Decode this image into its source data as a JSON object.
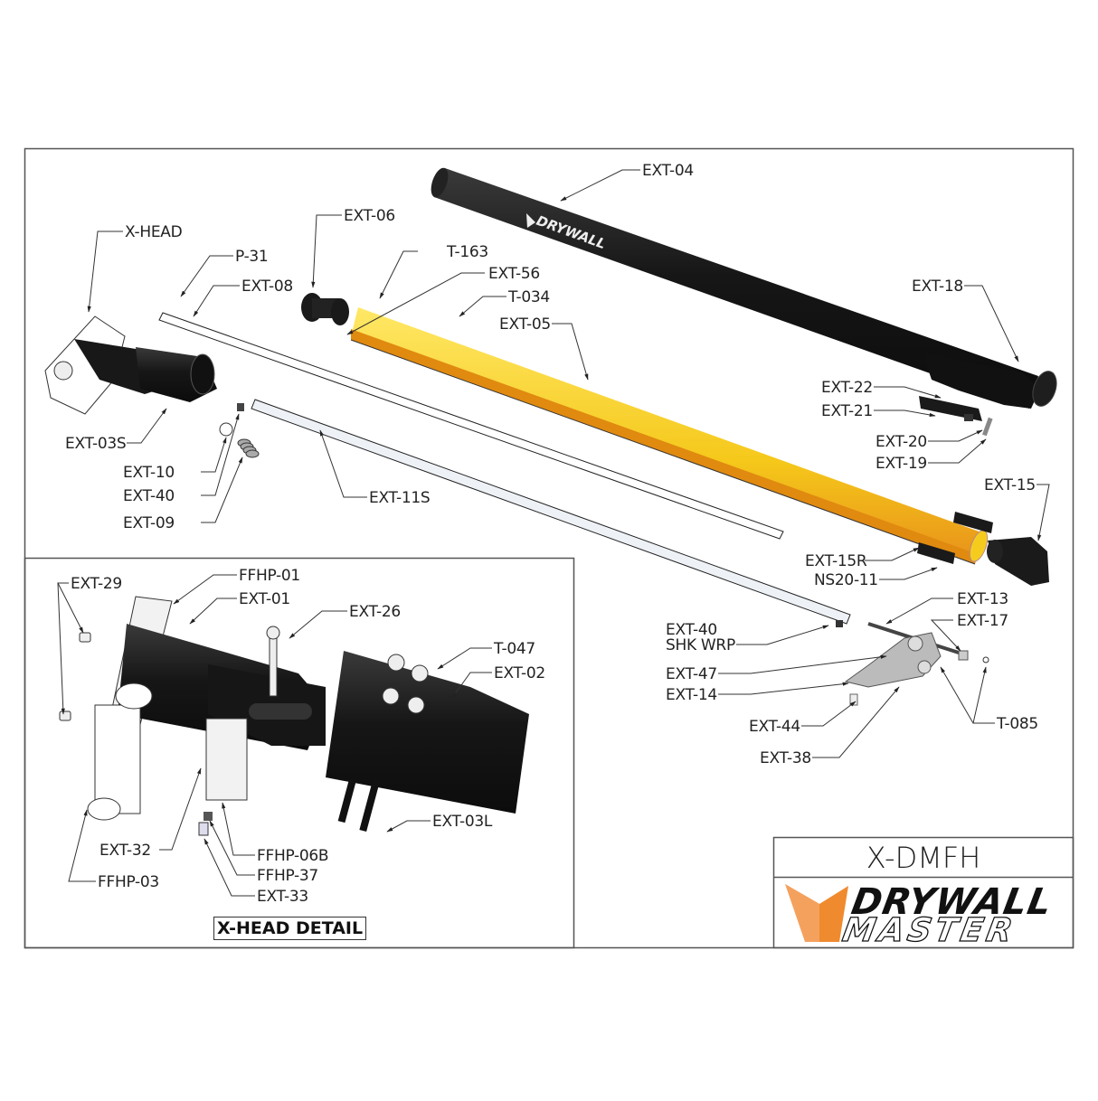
{
  "drawing": {
    "model_number": "X-DMFH",
    "brand": {
      "line1": "DRYWALL",
      "line2": "MASTER",
      "accent_color": "#F08A2E",
      "accent_light": "#F5A15E"
    },
    "tube_label": "DRYWALL",
    "colors": {
      "frame": "#555555",
      "black_part": "#1b1b1b",
      "yellow_tube": "#F5CC1E",
      "orange_channel": "#E8901A",
      "leader": "#333333"
    }
  },
  "main_callouts": [
    {
      "id": "EXT-04",
      "text": "EXT-04"
    },
    {
      "id": "X-HEAD",
      "text": "X-HEAD"
    },
    {
      "id": "EXT-06",
      "text": "EXT-06"
    },
    {
      "id": "P-31",
      "text": "P-31"
    },
    {
      "id": "T-163",
      "text": "T-163"
    },
    {
      "id": "EXT-08",
      "text": "EXT-08"
    },
    {
      "id": "EXT-56",
      "text": "EXT-56"
    },
    {
      "id": "T-034",
      "text": "T-034"
    },
    {
      "id": "EXT-05",
      "text": "EXT-05"
    },
    {
      "id": "EXT-18",
      "text": "EXT-18"
    },
    {
      "id": "EXT-22",
      "text": "EXT-22"
    },
    {
      "id": "EXT-21",
      "text": "EXT-21"
    },
    {
      "id": "EXT-03S",
      "text": "EXT-03S"
    },
    {
      "id": "EXT-20",
      "text": "EXT-20"
    },
    {
      "id": "EXT-10",
      "text": "EXT-10"
    },
    {
      "id": "EXT-19",
      "text": "EXT-19"
    },
    {
      "id": "EXT-40",
      "text": "EXT-40"
    },
    {
      "id": "EXT-11S",
      "text": "EXT-11S"
    },
    {
      "id": "EXT-09",
      "text": "EXT-09"
    },
    {
      "id": "EXT-15",
      "text": "EXT-15"
    },
    {
      "id": "EXT-15R",
      "text": "EXT-15R"
    },
    {
      "id": "NS20-11",
      "text": "NS20-11"
    },
    {
      "id": "EXT-13",
      "text": "EXT-13"
    },
    {
      "id": "EXT-17",
      "text": "EXT-17"
    },
    {
      "id": "EXT-40-SHK",
      "text": "EXT-40",
      "sub": "SHK WRP"
    },
    {
      "id": "EXT-47",
      "text": "EXT-47"
    },
    {
      "id": "EXT-14",
      "text": "EXT-14"
    },
    {
      "id": "T-085",
      "text": "T-085"
    },
    {
      "id": "EXT-44",
      "text": "EXT-44"
    },
    {
      "id": "EXT-38",
      "text": "EXT-38"
    }
  ],
  "detail": {
    "title": "X-HEAD DETAIL",
    "callouts": [
      {
        "id": "EXT-29",
        "text": "EXT-29"
      },
      {
        "id": "FFHP-01",
        "text": "FFHP-01"
      },
      {
        "id": "EXT-01",
        "text": "EXT-01"
      },
      {
        "id": "EXT-26",
        "text": "EXT-26"
      },
      {
        "id": "T-047",
        "text": "T-047"
      },
      {
        "id": "EXT-02",
        "text": "EXT-02"
      },
      {
        "id": "EXT-03L",
        "text": "EXT-03L"
      },
      {
        "id": "EXT-32",
        "text": "EXT-32"
      },
      {
        "id": "FFHP-06B",
        "text": "FFHP-06B"
      },
      {
        "id": "FFHP-03",
        "text": "FFHP-03"
      },
      {
        "id": "FFHP-37",
        "text": "FFHP-37"
      },
      {
        "id": "EXT-33",
        "text": "EXT-33"
      }
    ]
  }
}
